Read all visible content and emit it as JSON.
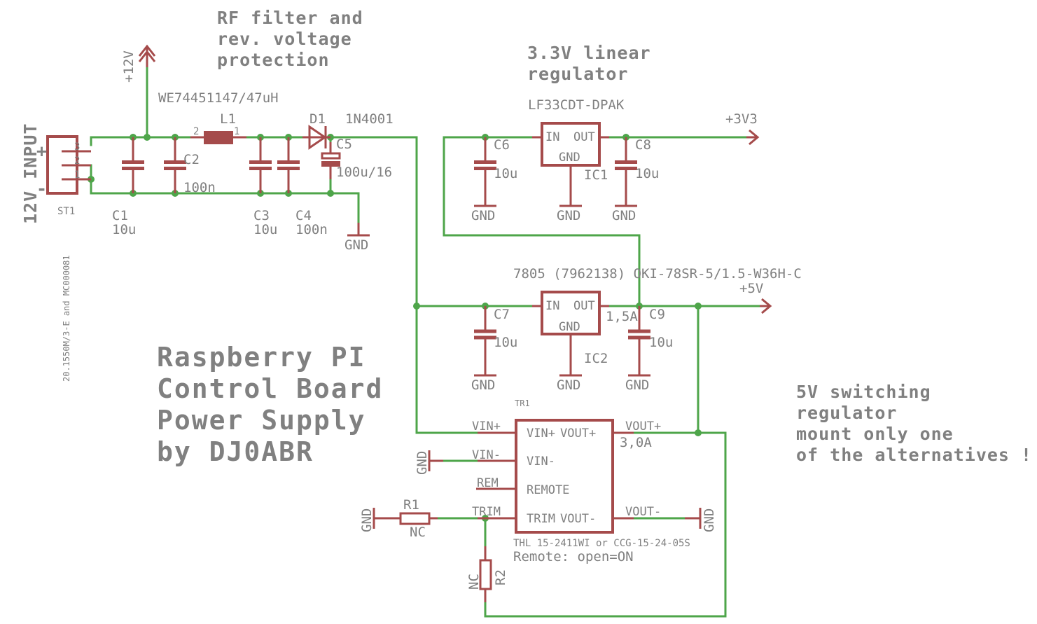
{
  "title": {
    "lines": [
      "Raspberry PI",
      "Control Board",
      "Power Supply",
      "by DJ0ABR"
    ]
  },
  "notes": {
    "rf_filter": [
      "RF filter and",
      "rev. voltage",
      "protection"
    ],
    "linear_33": [
      "3.3V linear",
      "regulator"
    ],
    "switching_5v": [
      "5V switching",
      "regulator",
      "mount only one",
      "of the alternatives !"
    ],
    "remote": "Remote: open=ON"
  },
  "connector": {
    "name": "ST1",
    "label": "12V INPUT",
    "plus": "+",
    "minus": "-",
    "pins": [
      "3",
      "2",
      "1"
    ],
    "part": "20.1550M/3-E and MC000081"
  },
  "supplies": {
    "p12v": "+12V",
    "p3v3": "+3V3",
    "p5v": "+5V",
    "gnd": "GND"
  },
  "inductor": {
    "name": "L1",
    "value": "WE74451147/47uH",
    "pin2": "2",
    "pin1": "1"
  },
  "diode": {
    "name": "D1",
    "value": "1N4001"
  },
  "capacitors": [
    {
      "name": "C1",
      "value": "10u"
    },
    {
      "name": "C2",
      "value": "100n"
    },
    {
      "name": "C3",
      "value": "10u"
    },
    {
      "name": "C4",
      "value": "100n"
    },
    {
      "name": "C5",
      "value": "100u/16"
    },
    {
      "name": "C6",
      "value": "10u"
    },
    {
      "name": "C7",
      "value": "10u"
    },
    {
      "name": "C8",
      "value": "10u"
    },
    {
      "name": "C9",
      "value": "10u"
    }
  ],
  "ic1": {
    "name": "IC1",
    "value": "LF33CDT-DPAK",
    "pin_in": "IN",
    "pin_out": "OUT",
    "pin_gnd": "GND"
  },
  "ic2": {
    "name": "IC2",
    "value": "7805 (7962138) OKI-78SR-5/1.5-W36H-C",
    "pin_in": "IN",
    "pin_out": "OUT",
    "pin_gnd": "GND",
    "current": "1,5A"
  },
  "tr1": {
    "name": "TR1",
    "value": "THL 15-2411WI or CCG-15-24-05S",
    "current": "3,0A",
    "pins_inside": [
      "VIN+",
      "VOUT+",
      "VIN-",
      "REMOTE",
      "TRIM",
      "VOUT-"
    ],
    "pins_outside": {
      "vin_p": "VIN+",
      "vin_m": "VIN-",
      "rem": "REM",
      "trim": "TRIM",
      "vout_p": "VOUT+",
      "vout_m": "VOUT-"
    }
  },
  "resistors": [
    {
      "name": "R1",
      "value": "NC"
    },
    {
      "name": "R2",
      "value": "NC"
    }
  ]
}
